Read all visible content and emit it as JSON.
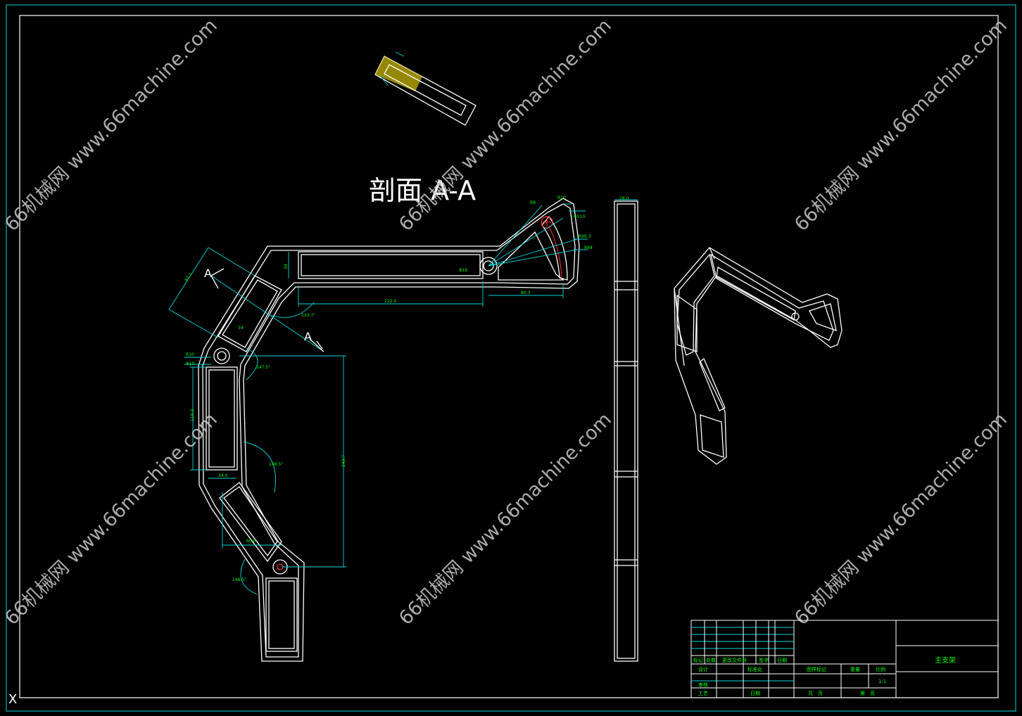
{
  "section_label": "剖面 A-A",
  "section_marker": "A",
  "dimensions": {
    "d_34": "34",
    "d_212_4": "212.4",
    "d_80_3": "80.3",
    "d_phi16": "Φ16",
    "d_r8": "R8",
    "d_r10": "R10",
    "d_phi110": "Φ110",
    "d_r90": "R90.3",
    "d_r84": "R84",
    "d_123": "123.7°",
    "d_87": "87.1",
    "d_34b": "34",
    "d_r10b": "R10",
    "d_phi10": "Φ10",
    "d_147": "147.5°",
    "d_118": "118.3",
    "d_148": "148.5°",
    "d_34_0": "34.0",
    "d_243": "243.7",
    "d_60": "60.0",
    "d_146": "146.5°",
    "d_side_width": "28.0"
  },
  "watermark": "66机械网 www.66machine.com",
  "title_block": {
    "part_name": "主支架",
    "scale": "1:1",
    "headers": [
      "标记",
      "处数",
      "更改文件号",
      "签字",
      "日期"
    ],
    "design": "设计",
    "standardize": "标准化",
    "review": "审核",
    "process": "工艺",
    "approve": "日期",
    "stage_mark": "图样标记",
    "weight": "重量",
    "ratio": "比例",
    "total": "共　页",
    "page": "第　页"
  },
  "corner_mark": "X"
}
